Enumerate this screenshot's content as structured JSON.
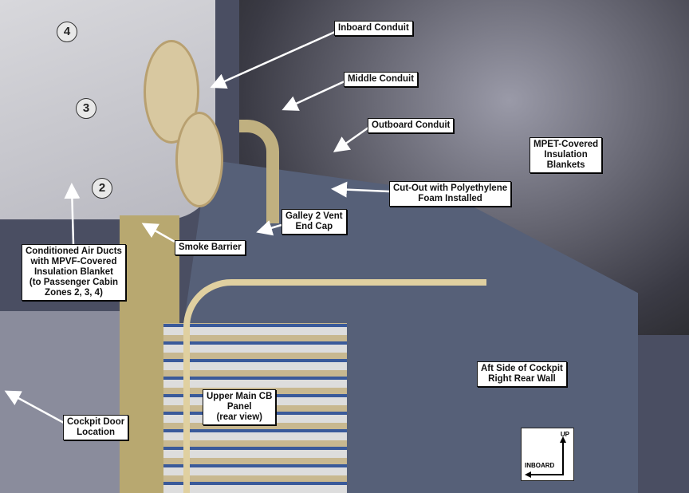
{
  "numbers": {
    "zone4": "4",
    "zone3": "3",
    "zone2": "2"
  },
  "labels": {
    "inboard_conduit": "Inboard Conduit",
    "middle_conduit": "Middle Conduit",
    "outboard_conduit": "Outboard Conduit",
    "cut_out": "Cut-Out with Polyethylene\nFoam Installed",
    "mpet": "MPET-Covered\nInsulation\nBlankets",
    "galley_vent": "Galley 2 Vent\nEnd Cap",
    "smoke_barrier": "Smoke Barrier",
    "air_ducts": "Conditioned Air Ducts\nwith MPVF-Covered\nInsulation Blanket\n(to Passenger Cabin\nZones 2, 3, 4)",
    "cockpit_door": "Cockpit Door\nLocation",
    "cb_panel": "Upper Main CB\nPanel\n(rear view)",
    "aft_side": "Aft Side of Cockpit\nRight Rear Wall"
  },
  "compass": {
    "up": "UP",
    "inboard": "INBOARD"
  }
}
